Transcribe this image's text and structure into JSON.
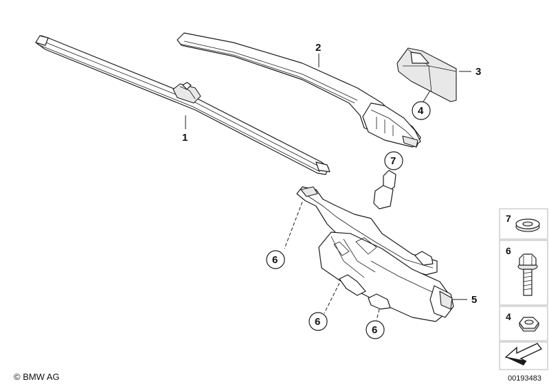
{
  "callouts": {
    "label_1": "1",
    "label_2": "2",
    "label_3": "3",
    "label_4": "4",
    "label_5": "5",
    "label_6a": "6",
    "label_6b": "6",
    "label_6c": "6",
    "label_7": "7"
  },
  "side_panel": {
    "item_7": "7",
    "item_6": "6",
    "item_4": "4"
  },
  "footer": {
    "copyright": "© BMW AG",
    "doc_number": "00193483"
  }
}
